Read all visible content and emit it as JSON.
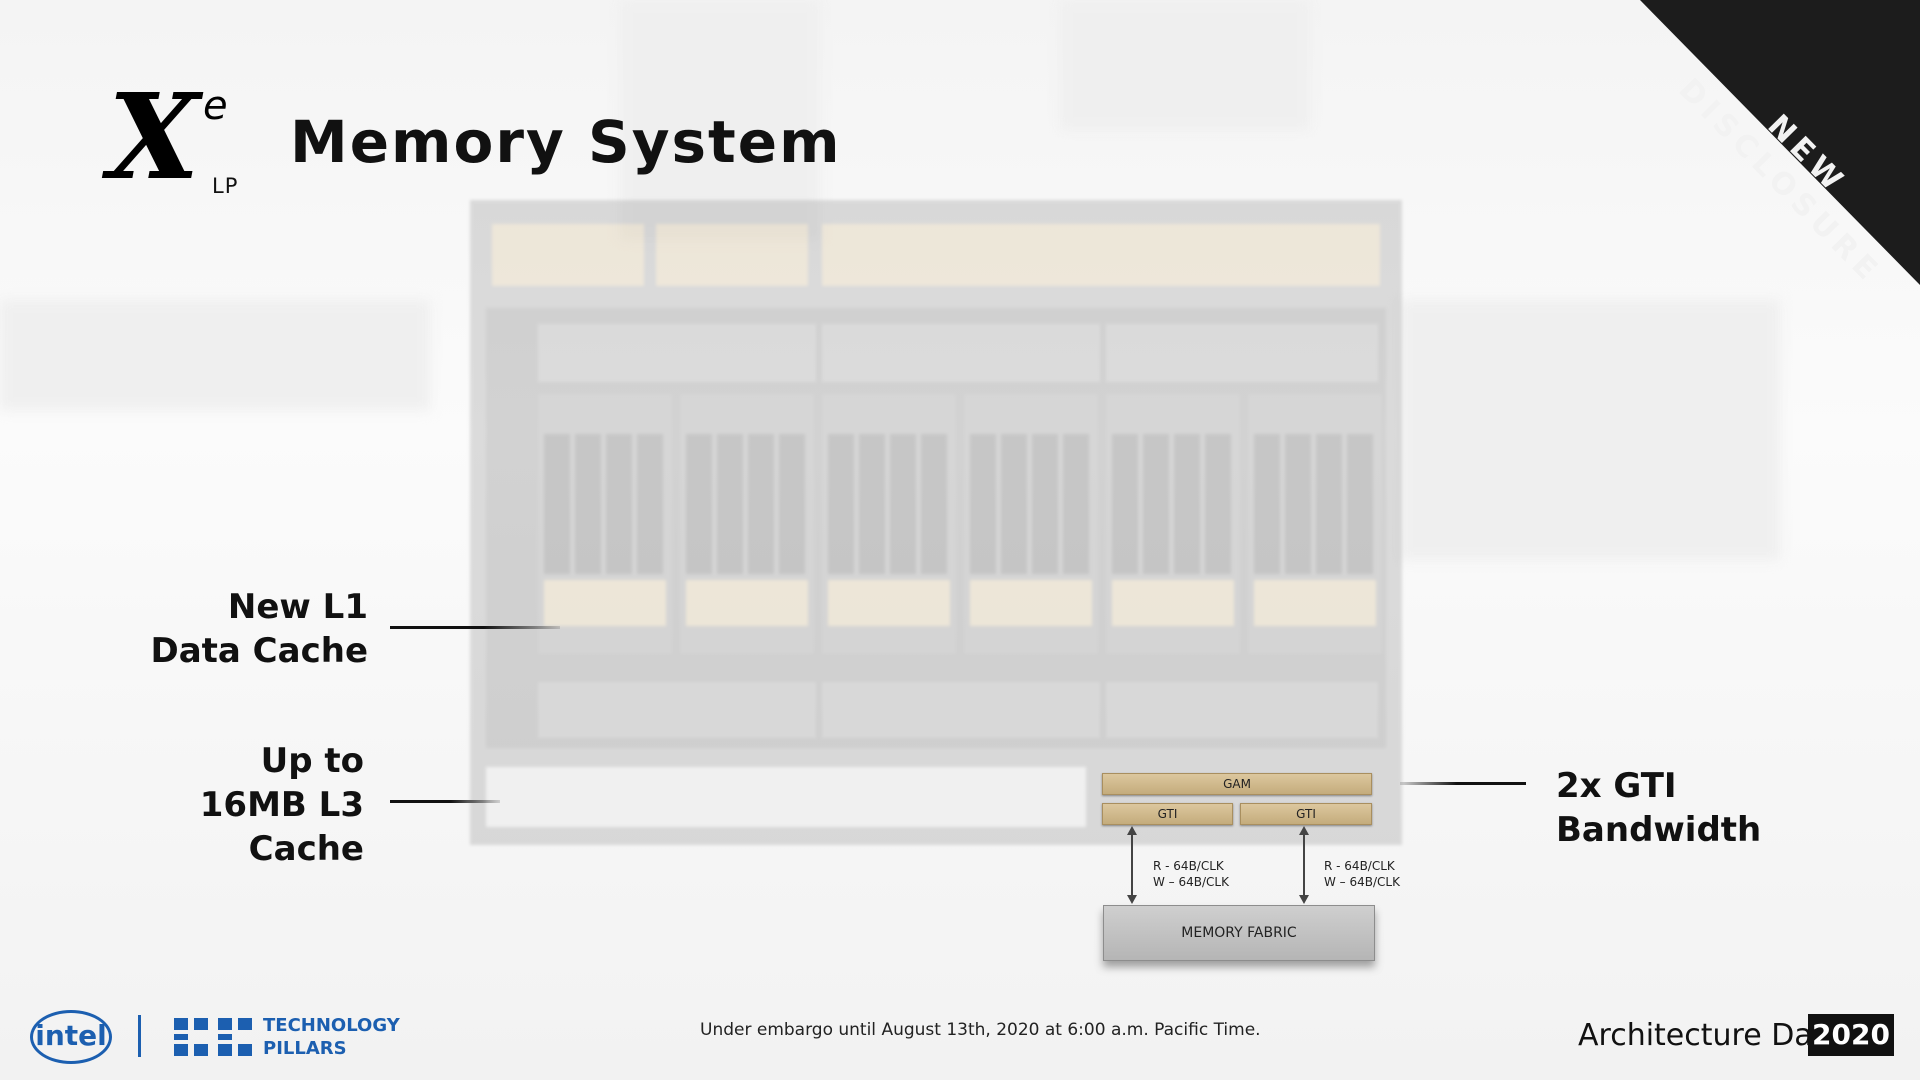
{
  "header": {
    "logo_letter": "X",
    "logo_superscript": "e",
    "logo_subscript": "LP",
    "title": "Memory System"
  },
  "corner_banner": {
    "line1": "NEW",
    "line2": "DISCLOSURE"
  },
  "diagram": {
    "memory_bars": {
      "gam": "GAM",
      "gti_left": "GTI",
      "gti_right": "GTI",
      "memory_fabric": "MEMORY FABRIC"
    },
    "bandwidth_left": {
      "read": "R - 64B/CLK",
      "write": "W – 64B/CLK"
    },
    "bandwidth_right": {
      "read": "R - 64B/CLK",
      "write": "W – 64B/CLK"
    }
  },
  "callouts": {
    "l1": {
      "line1": "New L1",
      "line2": "Data Cache"
    },
    "l3": {
      "line1": "Up to",
      "line2": "16MB L3",
      "line3": "Cache"
    },
    "gti": {
      "line1": "2x GTI",
      "line2": "Bandwidth"
    }
  },
  "footer": {
    "intel": "intel",
    "pillars_line1": "TECHNOLOGY",
    "pillars_line2": "PILLARS",
    "embargo": "Under embargo until August 13th, 2020 at 6:00 a.m. Pacific Time.",
    "event": "Architecture Day",
    "year": "2020"
  },
  "colors": {
    "accent_blue": "#1c5fb0",
    "bar_gold": "#d2bc8f",
    "banner": "#1c1c1c"
  }
}
